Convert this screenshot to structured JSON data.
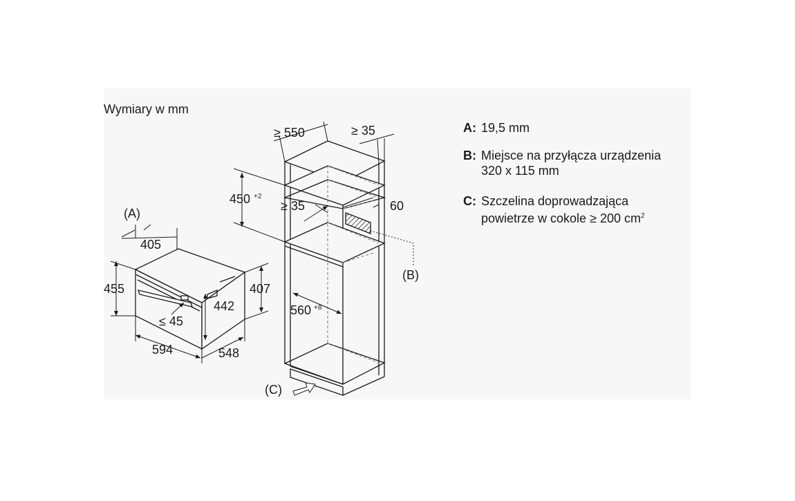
{
  "caption": "Wymiary w mm",
  "legend": [
    {
      "key": "A:",
      "lines": [
        "19,5 mm"
      ]
    },
    {
      "key": "B:",
      "lines": [
        "Miejsce na przyłącza urządzenia",
        "320 x 115 mm"
      ]
    },
    {
      "key": "C:",
      "lines": [
        "Szczelina doprowadzająca",
        "powietrze w cokole ≥ 200 cm"
      ],
      "sup": "2"
    }
  ],
  "oven_dimensions": {
    "label_a": "(A)",
    "depth_front": "405",
    "height": "455",
    "inner_height": "442",
    "side_height": "407",
    "handle": "≤ 45",
    "width": "594",
    "depth": "548"
  },
  "cabinet_dimensions": {
    "min_width": "≥ 550",
    "min_depth": "≥ 35",
    "top_height": "450",
    "top_height_sup": "+2",
    "shelf_gap": "≥ 35",
    "connector_depth": "60",
    "label_b": "(B)",
    "niche_width": "560",
    "niche_width_sup": "+8",
    "label_c": "(C)"
  },
  "colors": {
    "line": "#1a1a1a",
    "dashed": "#777777",
    "panel": "#f7f7f7"
  }
}
